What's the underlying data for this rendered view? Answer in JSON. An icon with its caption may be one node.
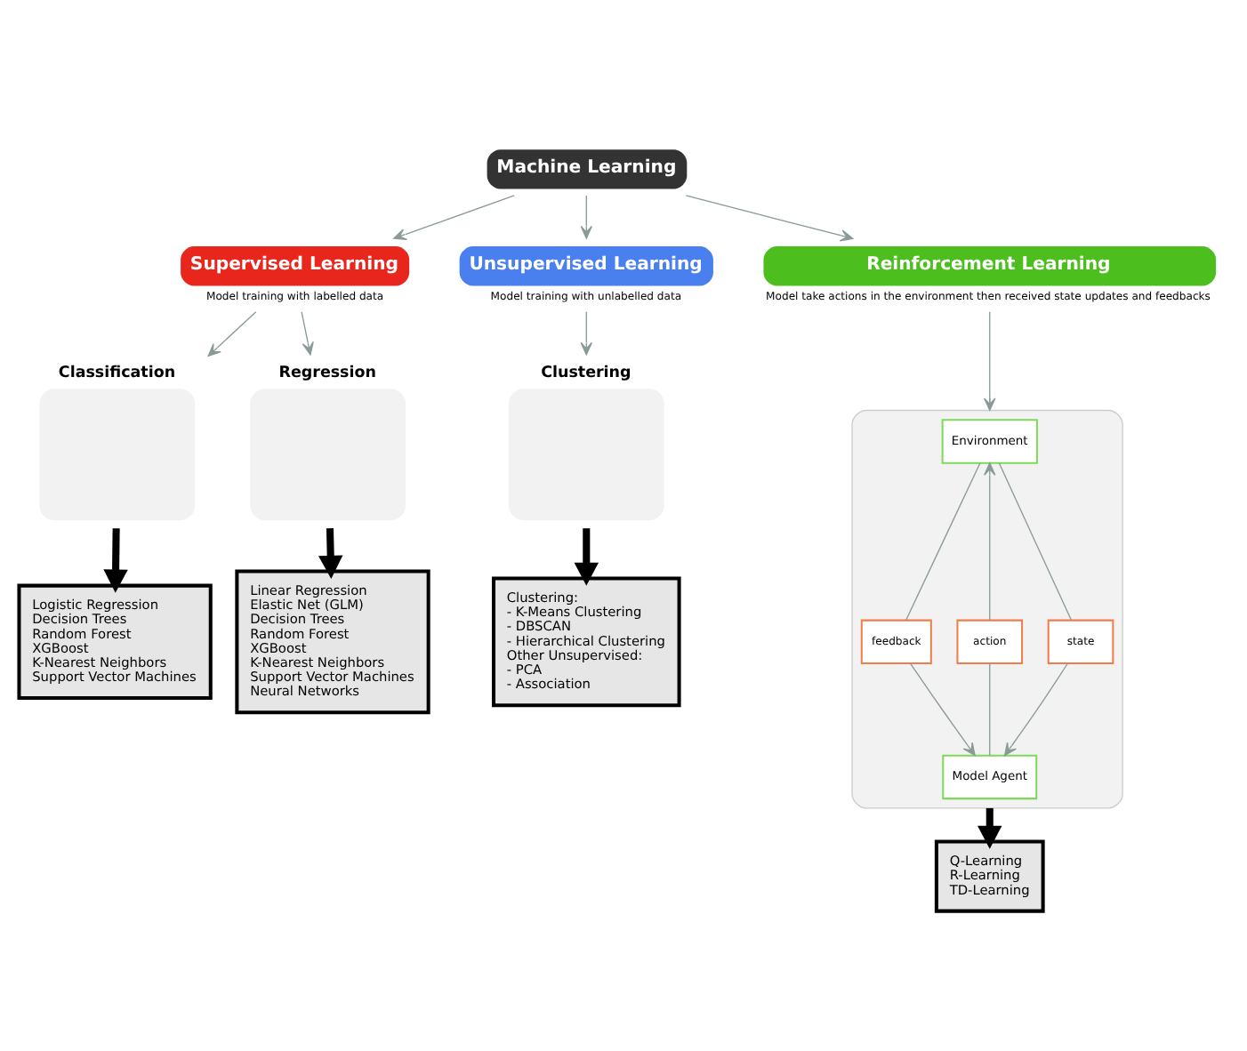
{
  "diagram": {
    "nodes": [
      {
        "text": [
          "Machine Learning"
        ]
      },
      {
        "text": [
          "Supervised Learning"
        ],
        "beside": [
          "Model training with labelled data"
        ]
      },
      {
        "text": [
          "Unsupervised Learning"
        ],
        "beside": [
          "Model training with unlabelled data"
        ]
      },
      {
        "text": [
          "Reinforcement Learning"
        ],
        "beside": [
          "Model take actions in the environment then received state updates and feedbacks"
        ]
      },
      {
        "text": [
          "Classification"
        ]
      },
      {
        "text": [
          "Regression"
        ]
      },
      {
        "text": [
          "Clustering"
        ]
      },
      {
        "text": [],
        "shape": "box"
      },
      {
        "text": [
          "Environment"
        ],
        "in": 7
      },
      {
        "text": [
          "feedback"
        ],
        "in": 7
      },
      {
        "text": [
          "action"
        ],
        "in": 7
      },
      {
        "text": [
          "state"
        ],
        "in": 7
      },
      {
        "text": [
          "Model Agent"
        ],
        "in": 7
      },
      {
        "text": [
          "Logistic Regression",
          "Decision Trees",
          "Random Forest",
          "XGBoost",
          "K-Nearest Neighbors",
          "Support Vector Machines"
        ]
      },
      {
        "text": [
          "Linear Regression",
          "Elastic Net (GLM)",
          "Decision Trees",
          "Random Forest",
          "XGBoost",
          "K-Nearest Neighbors",
          "Support Vector Machines",
          "Neural Networks"
        ]
      },
      {
        "text": [
          "Clustering:",
          "- K-Means Clustering",
          "- DBSCAN",
          "- Hierarchical Clustering",
          "Other Unsupervised:",
          "- PCA",
          "- Association"
        ]
      },
      {
        "text": [
          "Q-Learning",
          "R-Learning",
          "TD-Learning"
        ]
      }
    ],
    "edges": [
      {
        "from": 0,
        "to": 1,
        "arrow": "to"
      },
      {
        "from": 0,
        "to": 2,
        "arrow": "to"
      },
      {
        "from": 0,
        "to": 3,
        "arrow": "to"
      },
      {
        "from": 1,
        "to": 4,
        "arrow": "to"
      },
      {
        "from": 1,
        "to": 5,
        "arrow": "to"
      },
      {
        "from": 2,
        "to": 6,
        "arrow": "to"
      },
      {
        "from": 3,
        "to": 7,
        "arrow": "to"
      },
      {
        "from": 8,
        "to": 9,
        "arrow": "none"
      },
      {
        "from": 9,
        "to": 12,
        "arrow": "to"
      },
      {
        "from": 12,
        "to": 10,
        "arrow": "none"
      },
      {
        "from": 10,
        "to": 8,
        "arrow": "to"
      },
      {
        "from": 8,
        "to": 11,
        "arrow": "none"
      },
      {
        "from": 11,
        "to": 12,
        "arrow": "to"
      },
      {
        "from": 4,
        "to": 13,
        "arrow": "to",
        "style": "thick",
        "color": "#000000"
      },
      {
        "from": 5,
        "to": 14,
        "arrow": "to",
        "style": "thick",
        "color": "#000000"
      },
      {
        "from": 6,
        "to": 15,
        "arrow": "to",
        "style": "thick",
        "color": "#000000"
      },
      {
        "from": 7,
        "to": 16,
        "arrow": "to",
        "style": "thick",
        "color": "#000000"
      }
    ]
  }
}
